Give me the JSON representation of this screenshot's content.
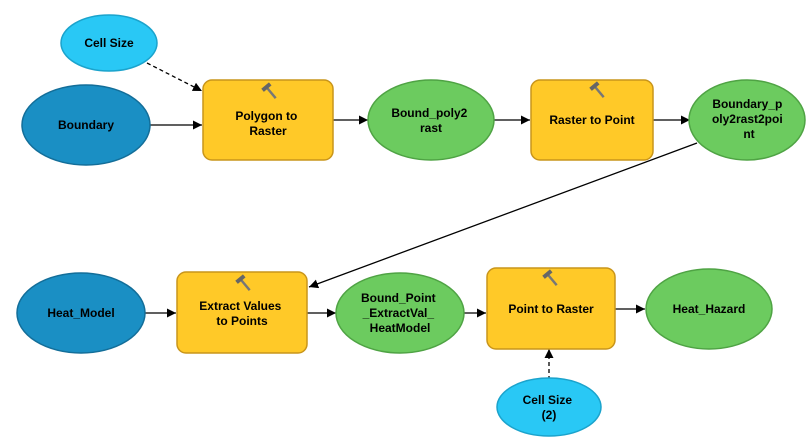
{
  "colors": {
    "tool_fill": "#FFC928",
    "tool_stroke": "#C9951A",
    "input_fill": "#1A8FC4",
    "input_stroke": "#136E99",
    "param_fill": "#29C8F5",
    "param_stroke": "#1BA3CC",
    "derived_fill": "#6CCB5F",
    "derived_stroke": "#4FA344",
    "connector": "#000000"
  },
  "nodes": {
    "cell_size_1": {
      "lines": [
        "Cell Size"
      ],
      "icon": "none"
    },
    "boundary": {
      "lines": [
        "Boundary"
      ],
      "icon": "none"
    },
    "polygon_to_raster": {
      "lines": [
        "Polygon to",
        "Raster"
      ],
      "icon": "hammer-icon"
    },
    "bound_poly2rast": {
      "lines": [
        "Bound_poly2",
        "rast"
      ],
      "icon": "none"
    },
    "raster_to_point": {
      "lines": [
        "Raster to Point"
      ],
      "icon": "hammer-icon"
    },
    "boundary_poly2rast2point": {
      "lines": [
        "Boundary_p",
        "oly2rast2poi",
        "nt"
      ],
      "icon": "none"
    },
    "heat_model": {
      "lines": [
        "Heat_Model"
      ],
      "icon": "none"
    },
    "extract_values_to_points": {
      "lines": [
        "Extract Values",
        "to Points"
      ],
      "icon": "hammer-icon"
    },
    "bound_point_extractval_heatmodel": {
      "lines": [
        "Bound_Point",
        "_ExtractVal_",
        "HeatModel"
      ],
      "icon": "none"
    },
    "point_to_raster": {
      "lines": [
        "Point to Raster"
      ],
      "icon": "hammer-icon"
    },
    "heat_hazard": {
      "lines": [
        "Heat_Hazard"
      ],
      "icon": "none"
    },
    "cell_size_2": {
      "lines": [
        "Cell Size",
        "(2)"
      ],
      "icon": "none"
    }
  }
}
